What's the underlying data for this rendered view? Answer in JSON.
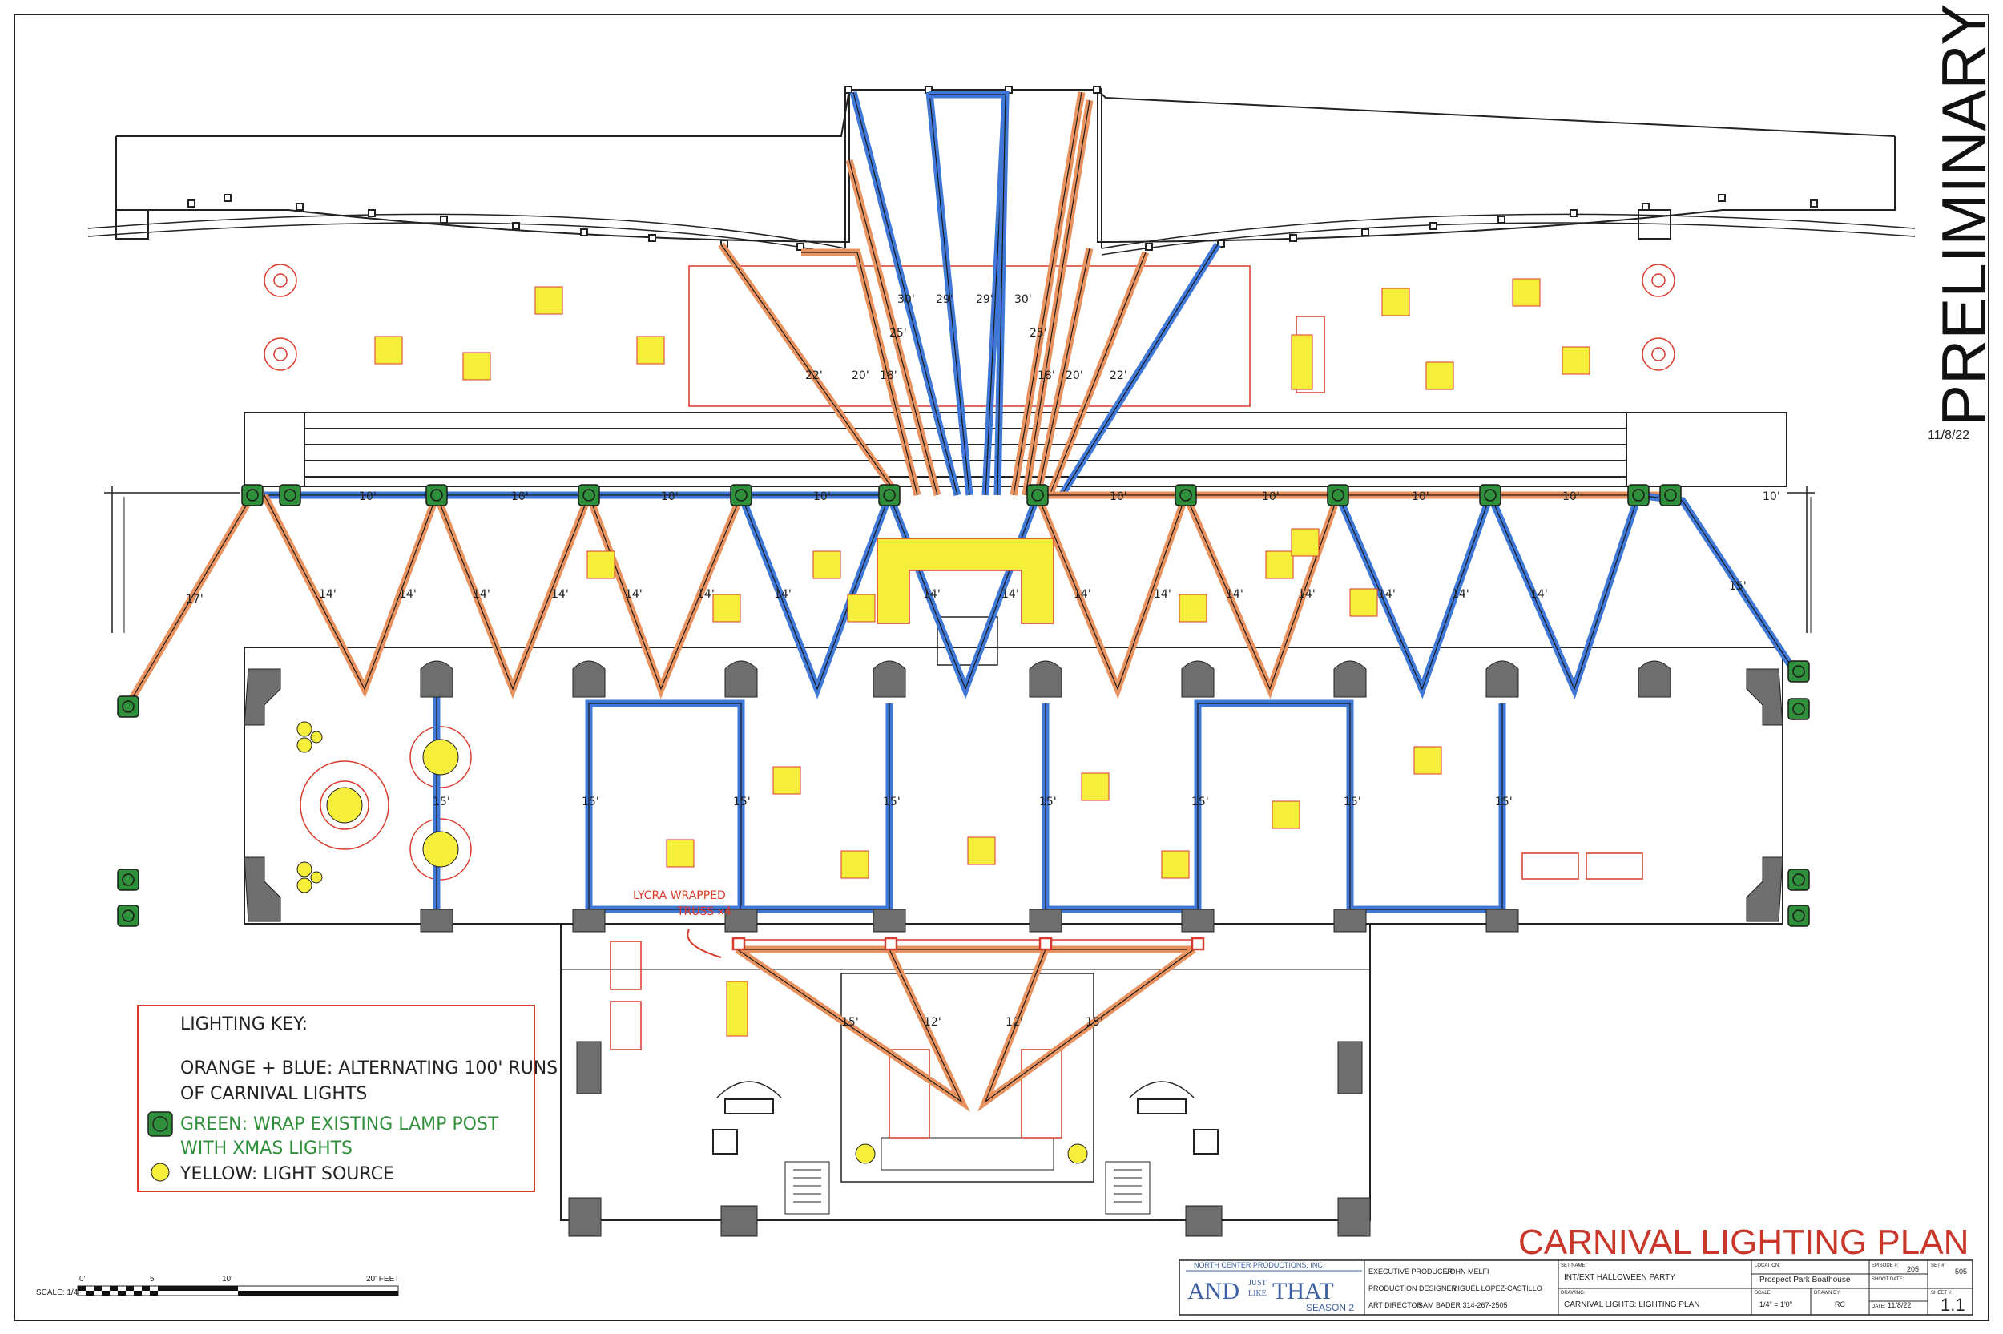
{
  "stamp": {
    "status": "PRELIMINARY",
    "date": "11/8/22"
  },
  "plan_title": "CARNIVAL LIGHTING PLAN",
  "callout": {
    "line1": "LYCRA WRAPPED",
    "line2": "TRUSS x4"
  },
  "legend": {
    "title": "LIGHTING KEY:",
    "orange_blue_line1": "ORANGE + BLUE: ALTERNATING 100' RUNS",
    "orange_blue_line2": "OF CARNIVAL LIGHTS",
    "green_line1": "GREEN: WRAP EXISTING LAMP POST",
    "green_line2": "WITH XMAS LIGHTS",
    "yellow_line": "YELLOW: LIGHT SOURCE"
  },
  "scale_bar": {
    "label": "SCALE: 1/4\"",
    "ticks": [
      "0'",
      "5'",
      "10'",
      "20' FEET"
    ]
  },
  "title_block": {
    "company": "NORTH CENTER PRODUCTIONS, INC.",
    "show_and": "AND",
    "show_just_like": "JUST\nLIKE",
    "show_that": "THAT",
    "season": "SEASON 2",
    "exec_producer_label": "EXECUTIVE PRODUCER",
    "exec_producer": "JOHN MELFI",
    "prod_designer_label": "PRODUCTION DESIGNER",
    "prod_designer": "MIGUEL LOPEZ-CASTILLO",
    "art_director_label": "ART DIRECTOR",
    "art_director": "SAM BADER 314-267-2505",
    "set_name_label": "SET NAME:",
    "set_name": "INT/EXT HALLOWEEN PARTY",
    "location_label": "LOCATION:",
    "location": "Prospect Park Boathouse",
    "drawing_label": "DRAWING:",
    "drawing": "CARNIVAL LIGHTS: LIGHTING PLAN",
    "scale_label": "SCALE:",
    "scale": "1/4\" = 1'0\"",
    "drawn_by_label": "DRAWN BY:",
    "drawn_by": "RC",
    "episode_label": "EPISODE #:",
    "episode": "205",
    "set_no_label": "SET #:",
    "set_no": "505",
    "shoot_date_label": "SHOOT DATE:",
    "shoot_date": "",
    "sheet_label": "SHEET #:",
    "sheet": "1.1",
    "date_label": "DATE:",
    "date": "11/8/22"
  },
  "colors": {
    "orange": "#e8925f",
    "blue": "#3f78d6",
    "green": "#2f8f3a",
    "yellow": "#f5ee3a",
    "red": "#d93a2b",
    "grey": "#6e6e6e"
  },
  "run_lengths": {
    "fan": [
      "22'",
      "20'",
      "18'",
      "25'",
      "30'",
      "29'",
      "29'",
      "30'",
      "25'",
      "18'",
      "20'",
      "22'"
    ],
    "top_row": [
      "10'",
      "10'",
      "10'",
      "10'",
      "10'",
      "10'",
      "10'",
      "10'",
      "10'"
    ],
    "zigzag": [
      "17'",
      "14'",
      "14'",
      "14'",
      "14'",
      "14'",
      "14'",
      "14'",
      "14'",
      "14'",
      "14'",
      "14'",
      "14'",
      "14'",
      "14'",
      "14'",
      "14'",
      "15'"
    ],
    "rooms": [
      "15'",
      "15'",
      "15'",
      "15'",
      "15'",
      "15'",
      "15'",
      "15'"
    ],
    "lower": [
      "15'",
      "12'",
      "12'",
      "15'"
    ]
  }
}
